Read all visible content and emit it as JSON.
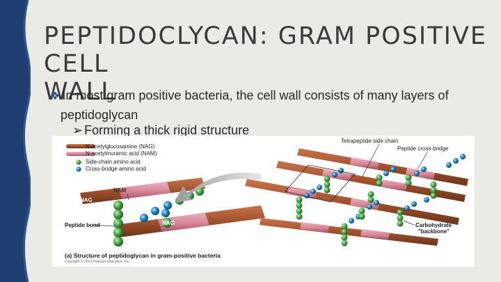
{
  "slide": {
    "title_line1": "PEPTIDOCLYCAN: GRAM POSITIVE CELL",
    "title_line2": "WALL",
    "bullet1_mark": "❖",
    "bullet1_line1": "In most gram positive bacteria, the cell wall consists of many layers of",
    "bullet1_line2": "peptidoglycan",
    "bullet2_mark": "➢",
    "bullet2_text": "Forming a thick rigid structure",
    "colors": {
      "accent": "#2d4a85",
      "background": "#ebebe6"
    }
  },
  "figure": {
    "legend": [
      {
        "label": "N-acetylglucosamine (NAG)",
        "color": "#a0522d"
      },
      {
        "label": "N-acetylmuramic acid (NAM)",
        "color": "#d9899a"
      },
      {
        "label": "Side-chain amino acid",
        "color": "#4caf50"
      },
      {
        "label": "Cross-bridge amino acid",
        "color": "#1e88c8"
      }
    ],
    "label_tetrapeptide": "Tetrapeptide side chain",
    "label_cross_bridge": "Peptide cross-bridge",
    "label_nam": "NAM",
    "label_nag_left": "NAG",
    "label_nag_right": "NAG",
    "label_peptide_bond": "Peptide bond",
    "label_backbone_1": "Carbohydrate",
    "label_backbone_2": "\"backbone\"",
    "caption": "(a) Structure of peptidoglycan in gram-positive bacteria",
    "copyright": "Copyright © 2010 Pearson Education, Inc."
  }
}
